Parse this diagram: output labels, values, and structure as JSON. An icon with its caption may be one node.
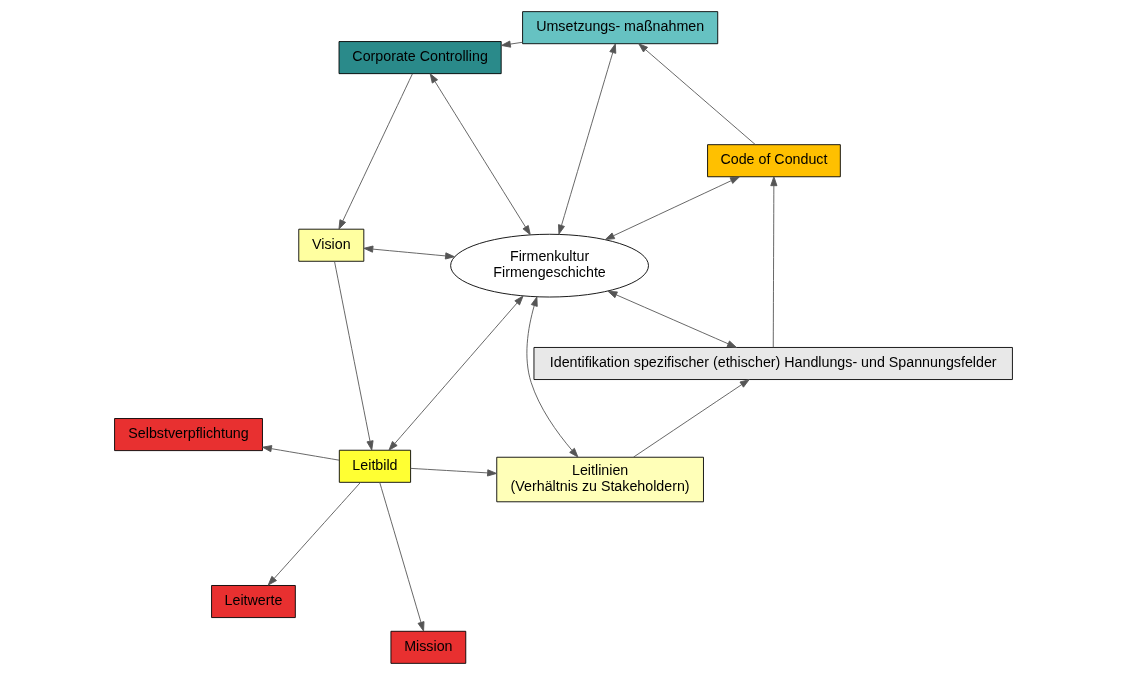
{
  "diagram": {
    "nodes": [
      {
        "text": [
          "Vision"
        ]
      },
      {
        "text": [
          "Leitbild"
        ]
      },
      {
        "text": [
          "Mission"
        ]
      },
      {
        "text": [
          "Leitwerte"
        ]
      },
      {
        "text": [
          "Selbstverpflichtung"
        ]
      },
      {
        "text": [
          "Leitlinien",
          "(Verhältnis zu Stakeholdern)"
        ]
      },
      {
        "text": [
          "Identifikation spezifischer (ethischer) Handlungs- und Spannungsfelder"
        ]
      },
      {
        "text": [
          "Code of Conduct"
        ]
      },
      {
        "text": [
          "Umsetzungs- maßnahmen"
        ]
      },
      {
        "text": [
          "Corporate Controlling"
        ]
      },
      {
        "text": [
          "Firmenkultur",
          "Firmengeschichte"
        ]
      }
    ],
    "edges": [
      {
        "from": 0,
        "to": 1,
        "arrow": "to"
      },
      {
        "from": 1,
        "to": 5,
        "arrow": "to"
      },
      {
        "from": 5,
        "to": 6,
        "arrow": "to"
      },
      {
        "from": 6,
        "to": 7,
        "arrow": "to"
      },
      {
        "from": 7,
        "to": 8,
        "arrow": "to"
      },
      {
        "from": 8,
        "to": 9,
        "arrow": "to"
      },
      {
        "from": 9,
        "to": 0,
        "arrow": "to"
      },
      {
        "from": 1,
        "to": 2,
        "arrow": "to"
      },
      {
        "from": 1,
        "to": 3,
        "arrow": "to"
      },
      {
        "from": 1,
        "to": 4,
        "arrow": "to"
      },
      {
        "from": 10,
        "to": 0,
        "arrow": "both"
      },
      {
        "from": 10,
        "to": 1,
        "arrow": "both"
      },
      {
        "from": 10,
        "to": 5,
        "arrow": "both"
      },
      {
        "from": 10,
        "to": 6,
        "arrow": "both"
      },
      {
        "from": 10,
        "to": 7,
        "arrow": "both"
      },
      {
        "from": 10,
        "to": 8,
        "arrow": "both"
      },
      {
        "from": 10,
        "to": 9,
        "arrow": "both"
      }
    ]
  }
}
